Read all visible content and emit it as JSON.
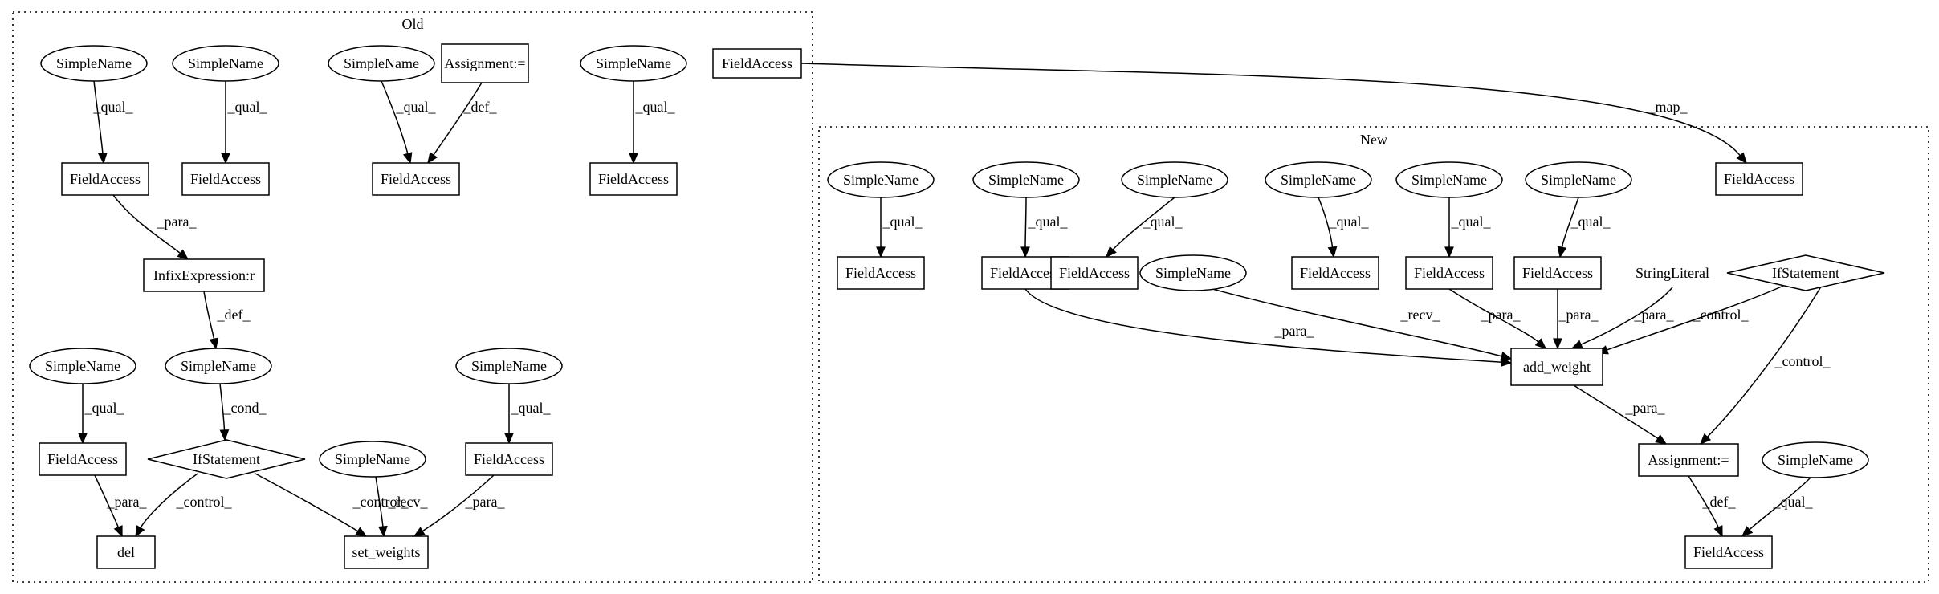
{
  "clusters": [
    {
      "id": "old",
      "label": "Old"
    },
    {
      "id": "new",
      "label": "New"
    }
  ],
  "nodes": [
    {
      "id": "o_sn1",
      "label": "SimpleName",
      "shape": "ellipse"
    },
    {
      "id": "o_sn2",
      "label": "SimpleName",
      "shape": "ellipse"
    },
    {
      "id": "o_sn3",
      "label": "SimpleName",
      "shape": "ellipse"
    },
    {
      "id": "o_assign",
      "label": "Assignment:=",
      "shape": "box"
    },
    {
      "id": "o_sn4",
      "label": "SimpleName",
      "shape": "ellipse"
    },
    {
      "id": "o_fa_top",
      "label": "FieldAccess",
      "shape": "box"
    },
    {
      "id": "o_fa1",
      "label": "FieldAccess",
      "shape": "box"
    },
    {
      "id": "o_fa2",
      "label": "FieldAccess",
      "shape": "box"
    },
    {
      "id": "o_fa3",
      "label": "FieldAccess",
      "shape": "box"
    },
    {
      "id": "o_fa4",
      "label": "FieldAccess",
      "shape": "box"
    },
    {
      "id": "o_infix",
      "label": "InfixExpression:r",
      "shape": "box"
    },
    {
      "id": "o_sn5",
      "label": "SimpleName",
      "shape": "ellipse"
    },
    {
      "id": "o_sn6",
      "label": "SimpleName",
      "shape": "ellipse"
    },
    {
      "id": "o_sn7",
      "label": "SimpleName",
      "shape": "ellipse"
    },
    {
      "id": "o_fa5",
      "label": "FieldAccess",
      "shape": "box"
    },
    {
      "id": "o_if",
      "label": "IfStatement",
      "shape": "diamond"
    },
    {
      "id": "o_sn8",
      "label": "SimpleName",
      "shape": "ellipse"
    },
    {
      "id": "o_fa6",
      "label": "FieldAccess",
      "shape": "box"
    },
    {
      "id": "o_del",
      "label": "del",
      "shape": "box"
    },
    {
      "id": "o_setw",
      "label": "set_weights",
      "shape": "box"
    },
    {
      "id": "n_fa_map",
      "label": "FieldAccess",
      "shape": "box"
    },
    {
      "id": "n_sn1",
      "label": "SimpleName",
      "shape": "ellipse"
    },
    {
      "id": "n_sn2",
      "label": "SimpleName",
      "shape": "ellipse"
    },
    {
      "id": "n_sn3",
      "label": "SimpleName",
      "shape": "ellipse"
    },
    {
      "id": "n_sn4",
      "label": "SimpleName",
      "shape": "ellipse"
    },
    {
      "id": "n_sn5",
      "label": "SimpleName",
      "shape": "ellipse"
    },
    {
      "id": "n_sn6",
      "label": "SimpleName",
      "shape": "ellipse"
    },
    {
      "id": "n_fa1",
      "label": "FieldAccess",
      "shape": "box"
    },
    {
      "id": "n_fa2",
      "label": "FieldAccess",
      "shape": "box"
    },
    {
      "id": "n_fa3",
      "label": "FieldAccess",
      "shape": "box"
    },
    {
      "id": "n_sn7",
      "label": "SimpleName",
      "shape": "ellipse"
    },
    {
      "id": "n_fa4",
      "label": "FieldAccess",
      "shape": "box"
    },
    {
      "id": "n_fa5",
      "label": "FieldAccess",
      "shape": "box"
    },
    {
      "id": "n_fa6",
      "label": "FieldAccess",
      "shape": "box"
    },
    {
      "id": "n_str",
      "label": "StringLiteral",
      "shape": "none"
    },
    {
      "id": "n_if",
      "label": "IfStatement",
      "shape": "diamond"
    },
    {
      "id": "n_addw",
      "label": "add_weight",
      "shape": "box"
    },
    {
      "id": "n_assign",
      "label": "Assignment:=",
      "shape": "box"
    },
    {
      "id": "n_sn8",
      "label": "SimpleName",
      "shape": "ellipse"
    },
    {
      "id": "n_fa7",
      "label": "FieldAccess",
      "shape": "box"
    }
  ],
  "edges": [
    {
      "from": "o_sn1",
      "to": "o_fa1",
      "label": "_qual_"
    },
    {
      "from": "o_sn2",
      "to": "o_fa2",
      "label": "_qual_"
    },
    {
      "from": "o_sn3",
      "to": "o_fa3",
      "label": "_qual_"
    },
    {
      "from": "o_assign",
      "to": "o_fa3",
      "label": "_def_"
    },
    {
      "from": "o_sn4",
      "to": "o_fa4",
      "label": "_qual_"
    },
    {
      "from": "o_fa1",
      "to": "o_infix",
      "label": "_para_"
    },
    {
      "from": "o_infix",
      "to": "o_sn5",
      "label": "_def_"
    },
    {
      "from": "o_sn5",
      "to": "o_if",
      "label": "_cond_"
    },
    {
      "from": "o_sn6",
      "to": "o_fa5",
      "label": "_qual_"
    },
    {
      "from": "o_sn7",
      "to": "o_fa6",
      "label": "_qual_"
    },
    {
      "from": "o_fa5",
      "to": "o_del",
      "label": "_para_"
    },
    {
      "from": "o_if",
      "to": "o_del",
      "label": "_control_"
    },
    {
      "from": "o_if",
      "to": "o_setw",
      "label": "_control_"
    },
    {
      "from": "o_sn8",
      "to": "o_setw",
      "label": "_recv_"
    },
    {
      "from": "o_fa6",
      "to": "o_setw",
      "label": "_para_"
    },
    {
      "from": "o_fa_top",
      "to": "n_fa_map",
      "label": "_map_"
    },
    {
      "from": "n_sn1",
      "to": "n_fa1",
      "label": "_qual_"
    },
    {
      "from": "n_sn2",
      "to": "n_fa2",
      "label": "_qual_"
    },
    {
      "from": "n_sn3",
      "to": "n_fa3",
      "label": "_qual_"
    },
    {
      "from": "n_sn4",
      "to": "n_fa4",
      "label": "_qual_"
    },
    {
      "from": "n_sn5",
      "to": "n_fa5",
      "label": "_qual_"
    },
    {
      "from": "n_sn6",
      "to": "n_fa6",
      "label": "_qual_"
    },
    {
      "from": "n_fa2",
      "to": "n_addw",
      "label": "_para_"
    },
    {
      "from": "n_sn7",
      "to": "n_addw",
      "label": "_recv_"
    },
    {
      "from": "n_fa5",
      "to": "n_addw",
      "label": "_para_"
    },
    {
      "from": "n_fa6",
      "to": "n_addw",
      "label": "_para_"
    },
    {
      "from": "n_str",
      "to": "n_addw",
      "label": "_para_"
    },
    {
      "from": "n_if",
      "to": "n_addw",
      "label": "_control_"
    },
    {
      "from": "n_if",
      "to": "n_assign",
      "label": "_control_"
    },
    {
      "from": "n_addw",
      "to": "n_assign",
      "label": "_para_"
    },
    {
      "from": "n_assign",
      "to": "n_fa7",
      "label": "_def_"
    },
    {
      "from": "n_sn8",
      "to": "n_fa7",
      "label": "_qual_"
    }
  ]
}
